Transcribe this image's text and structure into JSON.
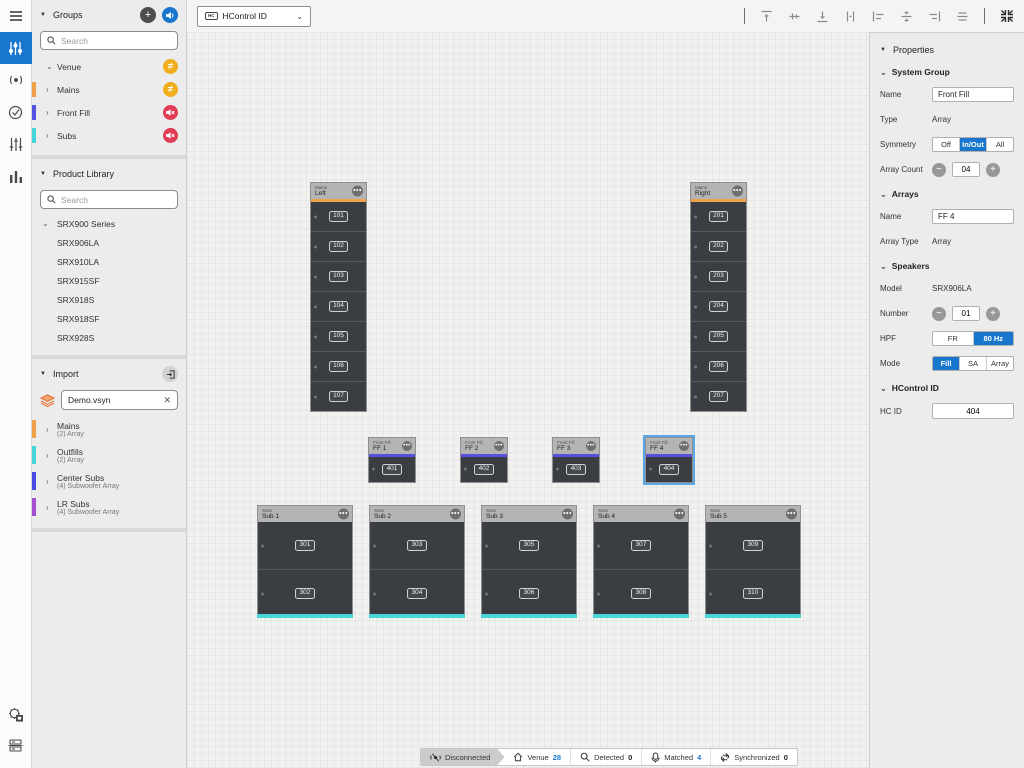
{
  "colors": {
    "accent_blue": "#1877cc",
    "selection_blue": "#57a8e8",
    "badge_yellow": "#f0ad1c",
    "badge_red": "#e23b56",
    "mains_orange": "#f0a04b",
    "frontfill_indigo": "#5552e0",
    "subs_cyan": "#45d7d7",
    "centersubs_indigo": "#4a4ae0",
    "lrsubs_purple": "#a44fd0"
  },
  "nav_rail": {
    "icons": [
      "menu",
      "mixer",
      "transmit",
      "check-circle",
      "tune",
      "meter"
    ],
    "bottom_icons": [
      "firmware-update",
      "device-rack"
    ]
  },
  "groups_panel": {
    "title": "Groups",
    "search_placeholder": "Search",
    "items": [
      {
        "label": "Venue",
        "badge": "not-equal"
      },
      {
        "label": "Mains",
        "badge": "not-equal",
        "color": "#f0a04b"
      },
      {
        "label": "Front Fill",
        "badge": "muted",
        "color": "#5552e0"
      },
      {
        "label": "Subs",
        "badge": "muted",
        "color": "#45d7d7"
      }
    ],
    "not_equal_glyph": "≠"
  },
  "product_library": {
    "title": "Product Library",
    "search_placeholder": "Search",
    "series": "SRX900 Series",
    "models": [
      "SRX906LA",
      "SRX910LA",
      "SRX915SF",
      "SRX918S",
      "SRX918SF",
      "SRX928S"
    ]
  },
  "import_panel": {
    "title": "Import",
    "file_name": "Demo.vsyn",
    "items": [
      {
        "label": "Mains",
        "detail": "(2) Array",
        "color": "#f0a04b"
      },
      {
        "label": "Outfills",
        "detail": "(2) Array",
        "color": "#45d7d7"
      },
      {
        "label": "Center Subs",
        "detail": "(4) Subwoofer Array",
        "color": "#4a4ae0"
      },
      {
        "label": "LR Subs",
        "detail": "(4) Subwoofer Array",
        "color": "#a44fd0"
      }
    ]
  },
  "toolbar": {
    "view_mode": "HControl ID",
    "view_chip": "HC"
  },
  "canvas": {
    "arrays": [
      {
        "group": "Mains",
        "name": "Left",
        "accent": "#f0a04b",
        "cells": [
          "101",
          "102",
          "103",
          "104",
          "105",
          "106",
          "107"
        ]
      },
      {
        "group": "Mains",
        "name": "Right",
        "accent": "#f0a04b",
        "cells": [
          "201",
          "202",
          "203",
          "204",
          "205",
          "206",
          "207"
        ]
      }
    ],
    "front_fills": [
      {
        "group": "Front Fill",
        "name": "FF 1",
        "accent": "#5552e0",
        "cell": "401"
      },
      {
        "group": "Front Fill",
        "name": "FF 2",
        "accent": "#5552e0",
        "cell": "402"
      },
      {
        "group": "Front Fill",
        "name": "FF 3",
        "accent": "#5552e0",
        "cell": "403"
      },
      {
        "group": "Front Fill",
        "name": "FF 4",
        "accent": "#5552e0",
        "cell": "404"
      }
    ],
    "subs": [
      {
        "group": "Subs",
        "name": "Sub 1",
        "accent": "#45d7d7",
        "cells": [
          "301",
          "302"
        ]
      },
      {
        "group": "Subs",
        "name": "Sub 2",
        "accent": "#45d7d7",
        "cells": [
          "303",
          "304"
        ]
      },
      {
        "group": "Subs",
        "name": "Sub 3",
        "accent": "#45d7d7",
        "cells": [
          "305",
          "306"
        ]
      },
      {
        "group": "Subs",
        "name": "Sub 4",
        "accent": "#45d7d7",
        "cells": [
          "307",
          "308"
        ]
      },
      {
        "group": "Subs",
        "name": "Sub 5",
        "accent": "#45d7d7",
        "cells": [
          "309",
          "310"
        ]
      }
    ]
  },
  "properties": {
    "title": "Properties",
    "system_group": {
      "title": "System Group",
      "name_label": "Name",
      "name_value": "Front Fill",
      "type_label": "Type",
      "type_value": "Array",
      "symmetry_label": "Symmetry",
      "symmetry_options": [
        "Off",
        "In/Out",
        "All"
      ],
      "symmetry_selected": "In/Out",
      "array_count_label": "Array Count",
      "array_count_value": "04"
    },
    "arrays": {
      "title": "Arrays",
      "name_label": "Name",
      "name_value": "FF 4",
      "array_type_label": "Array Type",
      "array_type_value": "Array"
    },
    "speakers": {
      "title": "Speakers",
      "model_label": "Model",
      "model_value": "SRX906LA",
      "number_label": "Number",
      "number_value": "01",
      "hpf_label": "HPF",
      "hpf_options": [
        "FR",
        "80 Hz"
      ],
      "hpf_selected": "80 Hz",
      "mode_label": "Mode",
      "mode_options": [
        "Fill",
        "SA",
        "Array"
      ],
      "mode_selected": "Fill"
    },
    "hcontrol": {
      "title": "HControl ID",
      "hcid_label": "HC ID",
      "hcid_value": "404"
    }
  },
  "statusbar": {
    "connection": "Disconnected",
    "venue_label": "Venue",
    "venue_value": "28",
    "detected_label": "Detected",
    "detected_value": "0",
    "matched_label": "Matched",
    "matched_value": "4",
    "synchronized_label": "Synchronized",
    "synchronized_value": "0"
  }
}
